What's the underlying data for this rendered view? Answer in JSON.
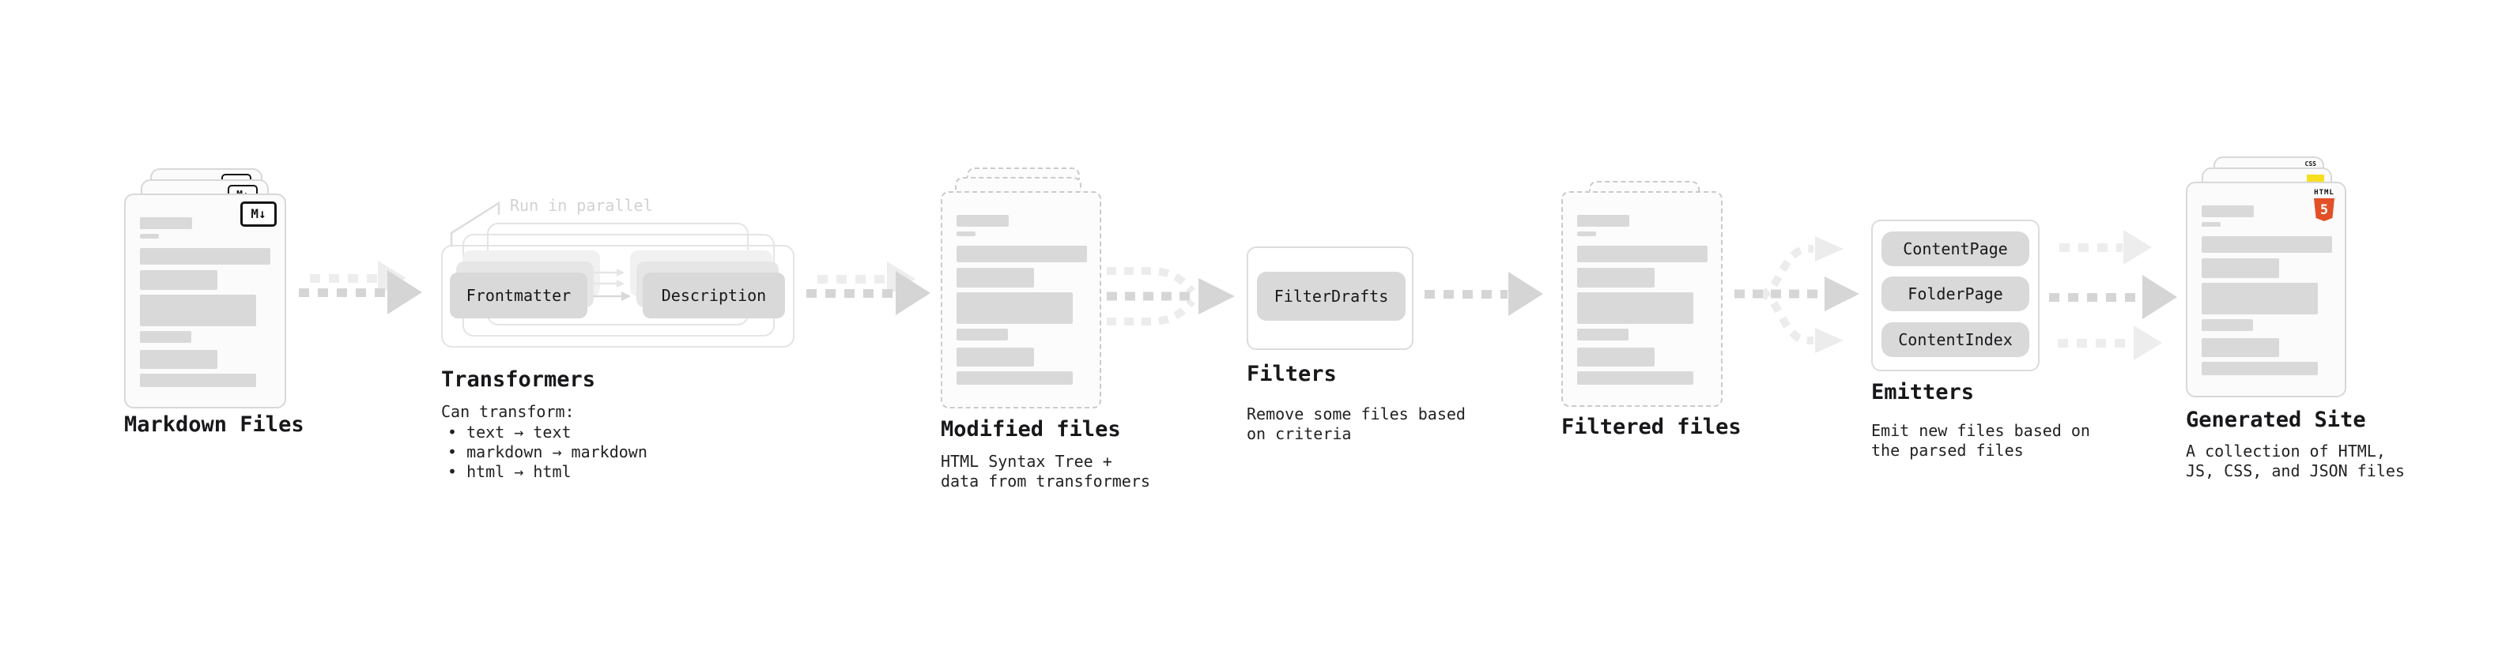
{
  "stages": {
    "markdown": {
      "title": "Markdown Files",
      "badge": "M↓"
    },
    "transformers": {
      "title": "Transformers",
      "annotation": "Run in parallel",
      "pill_left": "Frontmatter",
      "pill_right": "Description",
      "desc_intro": "Can transform:",
      "bullets": [
        "• text → text",
        "• markdown → markdown",
        "• html → html"
      ]
    },
    "modified": {
      "title": "Modified files",
      "desc": [
        "HTML Syntax Tree +",
        "data from transformers"
      ]
    },
    "filters": {
      "title": "Filters",
      "pill": "FilterDrafts",
      "desc": [
        "Remove some files based",
        "on criteria"
      ]
    },
    "filtered": {
      "title": "Filtered files"
    },
    "emitters": {
      "title": "Emitters",
      "pills": [
        "ContentPage",
        "FolderPage",
        "ContentIndex"
      ],
      "desc": [
        "Emit new files based on",
        "the parsed files"
      ]
    },
    "generated": {
      "title": "Generated Site",
      "desc": [
        "A collection of HTML,",
        "JS, CSS, and JSON files"
      ],
      "badges": {
        "html5_word": "HTML",
        "html5_numeral": "5",
        "css": "CSS"
      }
    }
  },
  "colors": {
    "arrow_dark": "#d5d5d5",
    "arrow_light": "#ededed",
    "pill_bg": "#d9d9d9",
    "skeleton_bar": "#d9d9d9",
    "card_border": "#d8d8d8",
    "dashed_border": "#cbcbcb",
    "annotation_gray": "#d2d2d2",
    "html5_orange": "#e34f26",
    "js_yellow": "#f7df1e",
    "css_blue": "#2965f1"
  }
}
